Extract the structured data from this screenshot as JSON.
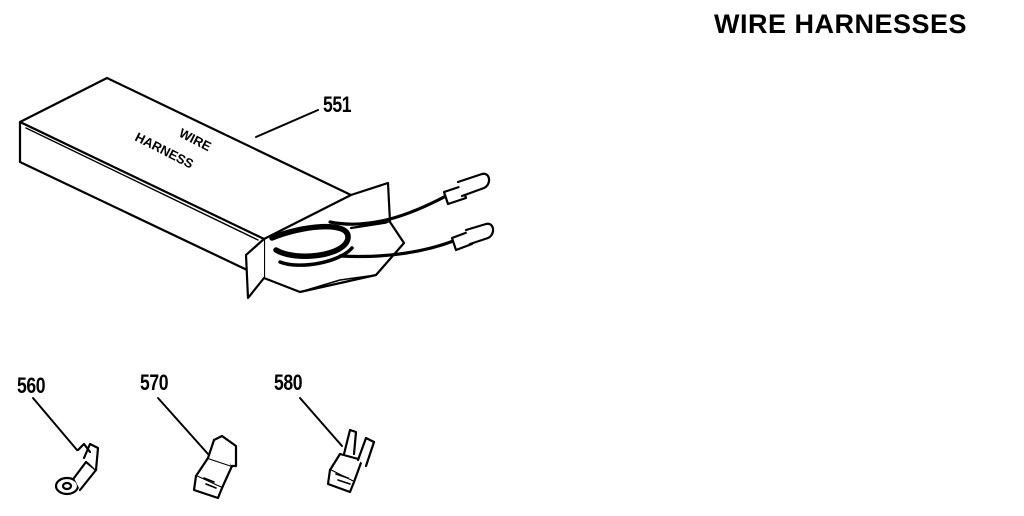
{
  "title": "WIRE HARNESSES",
  "box_label": {
    "line1": "WIRE",
    "line2": "HARNESS"
  },
  "parts": [
    {
      "number": "551"
    },
    {
      "number": "560"
    },
    {
      "number": "570"
    },
    {
      "number": "580"
    }
  ]
}
